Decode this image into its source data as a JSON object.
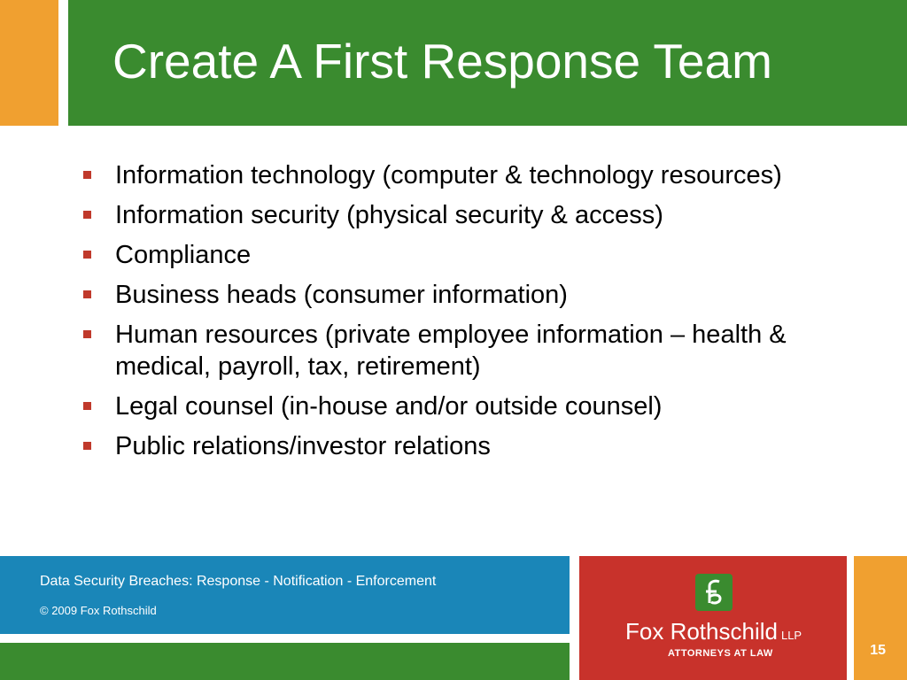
{
  "slide": {
    "title": "Create A First Response Team",
    "bullets": [
      "Information technology (computer & technology resources)",
      "Information security (physical security & access)",
      "Compliance",
      "Business heads (consumer information)",
      "Human resources (private employee information – health & medical, payroll, tax, retirement)",
      "Legal counsel (in-house and/or outside counsel)",
      "Public relations/investor relations"
    ]
  },
  "footer": {
    "title": "Data Security Breaches: Response - Notification - Enforcement",
    "copyright": "© 2009 Fox Rothschild",
    "logo_name": "Fox Rothschild",
    "logo_suffix": "LLP",
    "logo_tagline": "ATTORNEYS AT LAW",
    "page_number": "15"
  },
  "colors": {
    "green": "#3A8B2F",
    "orange": "#F0A030",
    "blue": "#1A86B8",
    "red": "#C8322B",
    "bullet": "#C0392B"
  }
}
